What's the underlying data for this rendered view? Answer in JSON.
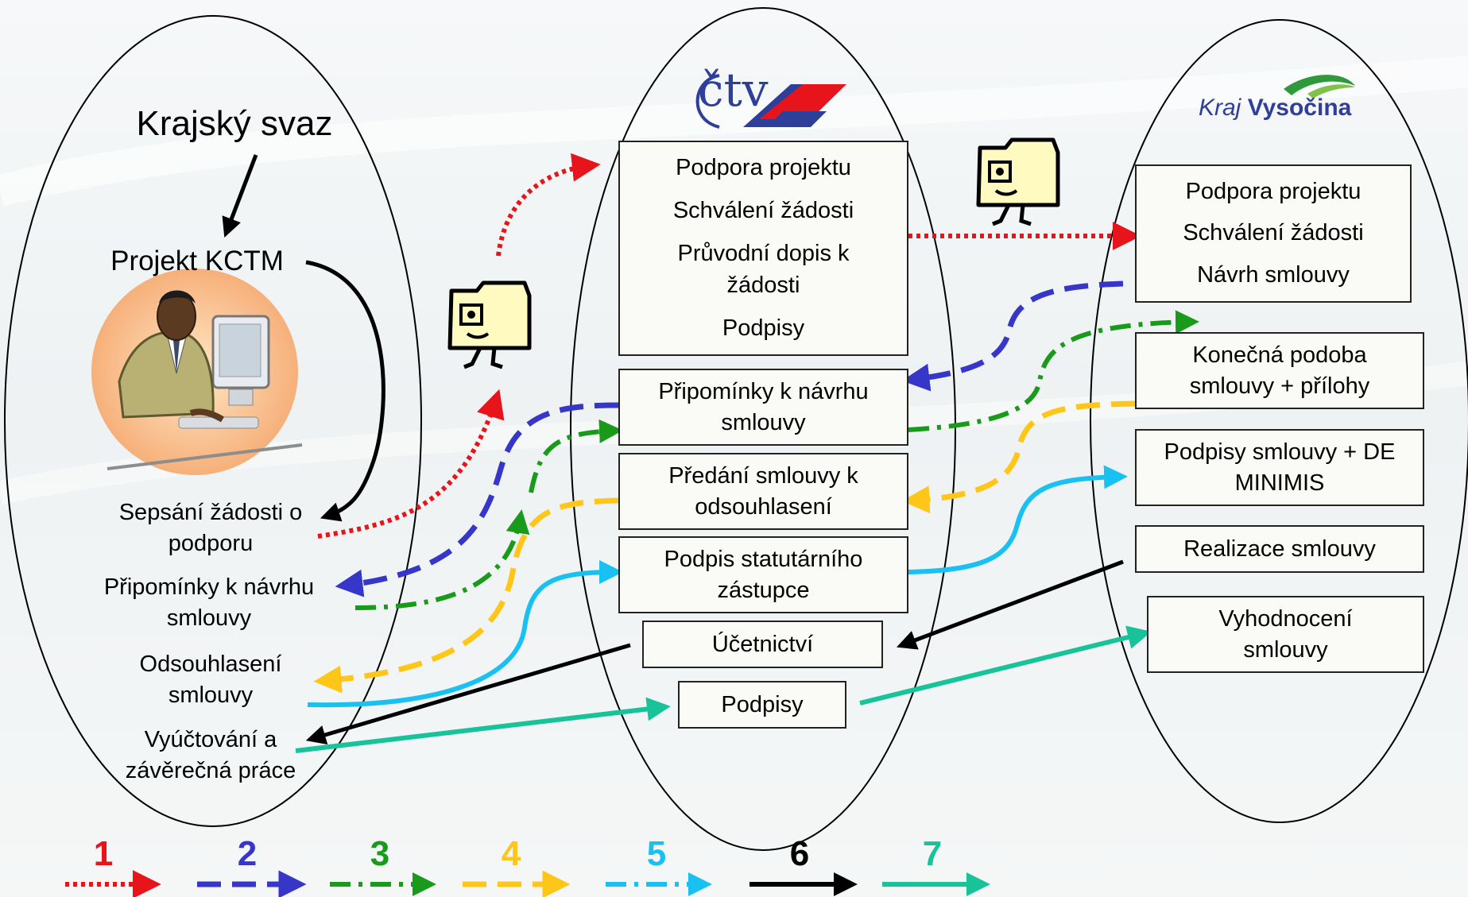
{
  "left_group": {
    "title": "Krajský svaz",
    "project": "Projekt KCTM",
    "items": [
      {
        "lines": [
          "Sepsání žádosti o",
          "podporu"
        ]
      },
      {
        "lines": [
          "Připomínky k návrhu",
          "smlouvy"
        ]
      },
      {
        "lines": [
          "Odsouhlasení",
          "smlouvy"
        ]
      },
      {
        "lines": [
          "Vyúčtování a",
          "závěrečná práce"
        ]
      }
    ]
  },
  "middle_group": {
    "logo": "čtv",
    "box_main": [
      "Podpora projektu",
      "Schválení žádosti",
      "Průvodní dopis k",
      "žádosti",
      "Podpisy"
    ],
    "box_comments": [
      "Připomínky k návrhu",
      "smlouvy"
    ],
    "box_handover": [
      "Předání smlouvy k",
      "odsouhlasení"
    ],
    "box_signature": [
      "Podpis statutárního",
      "zástupce"
    ],
    "box_accounting": [
      "Účetnictví"
    ],
    "box_signatures": [
      "Podpisy"
    ]
  },
  "right_group": {
    "logo_kraj": "Kraj",
    "logo_name": "Vysočina",
    "box_main": [
      "Podpora projektu",
      "Schválení žádosti",
      "Návrh smlouvy"
    ],
    "box_final": [
      "Konečná podoba",
      "smlouvy + přílohy"
    ],
    "box_sign": [
      "Podpisy smlouvy + DE",
      "MINIMIS"
    ],
    "box_realization": [
      "Realizace smlouvy"
    ],
    "box_evaluation": [
      "Vyhodnocení",
      "smlouvy"
    ]
  },
  "legend": [
    {
      "label": "1",
      "color": "#e8141b",
      "style": "dotted"
    },
    {
      "label": "2",
      "color": "#3636c8",
      "style": "dashed"
    },
    {
      "label": "3",
      "color": "#1a9a1a",
      "style": "dashdot"
    },
    {
      "label": "4",
      "color": "#ffc61a",
      "style": "dashed"
    },
    {
      "label": "5",
      "color": "#19c1f2",
      "style": "dashdot"
    },
    {
      "label": "6",
      "color": "#000000",
      "style": "solid"
    },
    {
      "label": "7",
      "color": "#19c39a",
      "style": "solid"
    }
  ],
  "colors": {
    "brand_blue": "#2e3f99",
    "brand_red": "#e8141b",
    "vysocina_green": "#2f9a3a"
  },
  "icons": [
    "businessman-at-computer-icon",
    "walking-folder-icon"
  ]
}
